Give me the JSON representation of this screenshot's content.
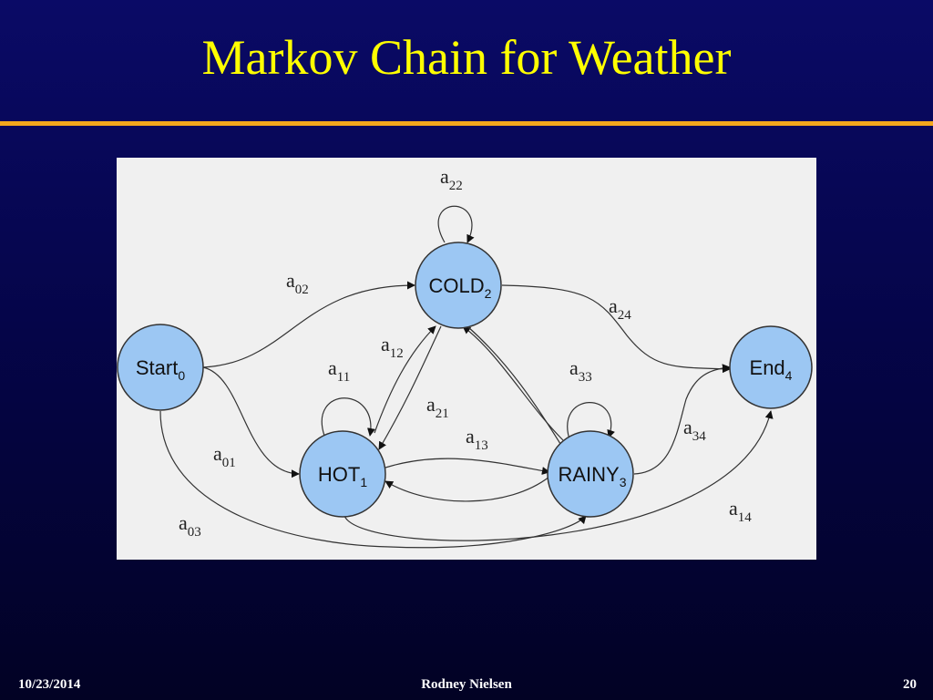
{
  "slide": {
    "title": "Markov Chain for Weather",
    "footer": {
      "date": "10/23/2014",
      "author": "Rodney Nielsen",
      "page": "20"
    }
  },
  "diagram": {
    "states": [
      {
        "id": "start",
        "name": "Start",
        "index": "0"
      },
      {
        "id": "hot",
        "name": "HOT",
        "index": "1"
      },
      {
        "id": "cold",
        "name": "COLD",
        "index": "2"
      },
      {
        "id": "rainy",
        "name": "RAINY",
        "index": "3"
      },
      {
        "id": "end",
        "name": "End",
        "index": "4"
      }
    ],
    "transitions": [
      {
        "id": "a01",
        "from": "start",
        "to": "hot",
        "symbol": "a",
        "index": "01"
      },
      {
        "id": "a02",
        "from": "start",
        "to": "cold",
        "symbol": "a",
        "index": "02"
      },
      {
        "id": "a03",
        "from": "start",
        "to": "rainy",
        "symbol": "a",
        "index": "03"
      },
      {
        "id": "a11",
        "from": "hot",
        "to": "hot",
        "symbol": "a",
        "index": "11"
      },
      {
        "id": "a12",
        "from": "hot",
        "to": "cold",
        "symbol": "a",
        "index": "12"
      },
      {
        "id": "a13",
        "from": "hot",
        "to": "rainy",
        "symbol": "a",
        "index": "13"
      },
      {
        "id": "a14",
        "from": "hot",
        "to": "end",
        "symbol": "a",
        "index": "14"
      },
      {
        "id": "a21",
        "from": "cold",
        "to": "hot",
        "symbol": "a",
        "index": "21"
      },
      {
        "id": "a22",
        "from": "cold",
        "to": "cold",
        "symbol": "a",
        "index": "22"
      },
      {
        "id": "a24",
        "from": "cold",
        "to": "end",
        "symbol": "a",
        "index": "24"
      },
      {
        "id": "a33",
        "from": "rainy",
        "to": "rainy",
        "symbol": "a",
        "index": "33"
      },
      {
        "id": "a34",
        "from": "rainy",
        "to": "end",
        "symbol": "a",
        "index": "34"
      }
    ],
    "colors": {
      "state_fill": "#9cc7f3",
      "panel_background": "#f0f0f0",
      "title": "#ffff00",
      "rule": "#f3a81c"
    }
  }
}
